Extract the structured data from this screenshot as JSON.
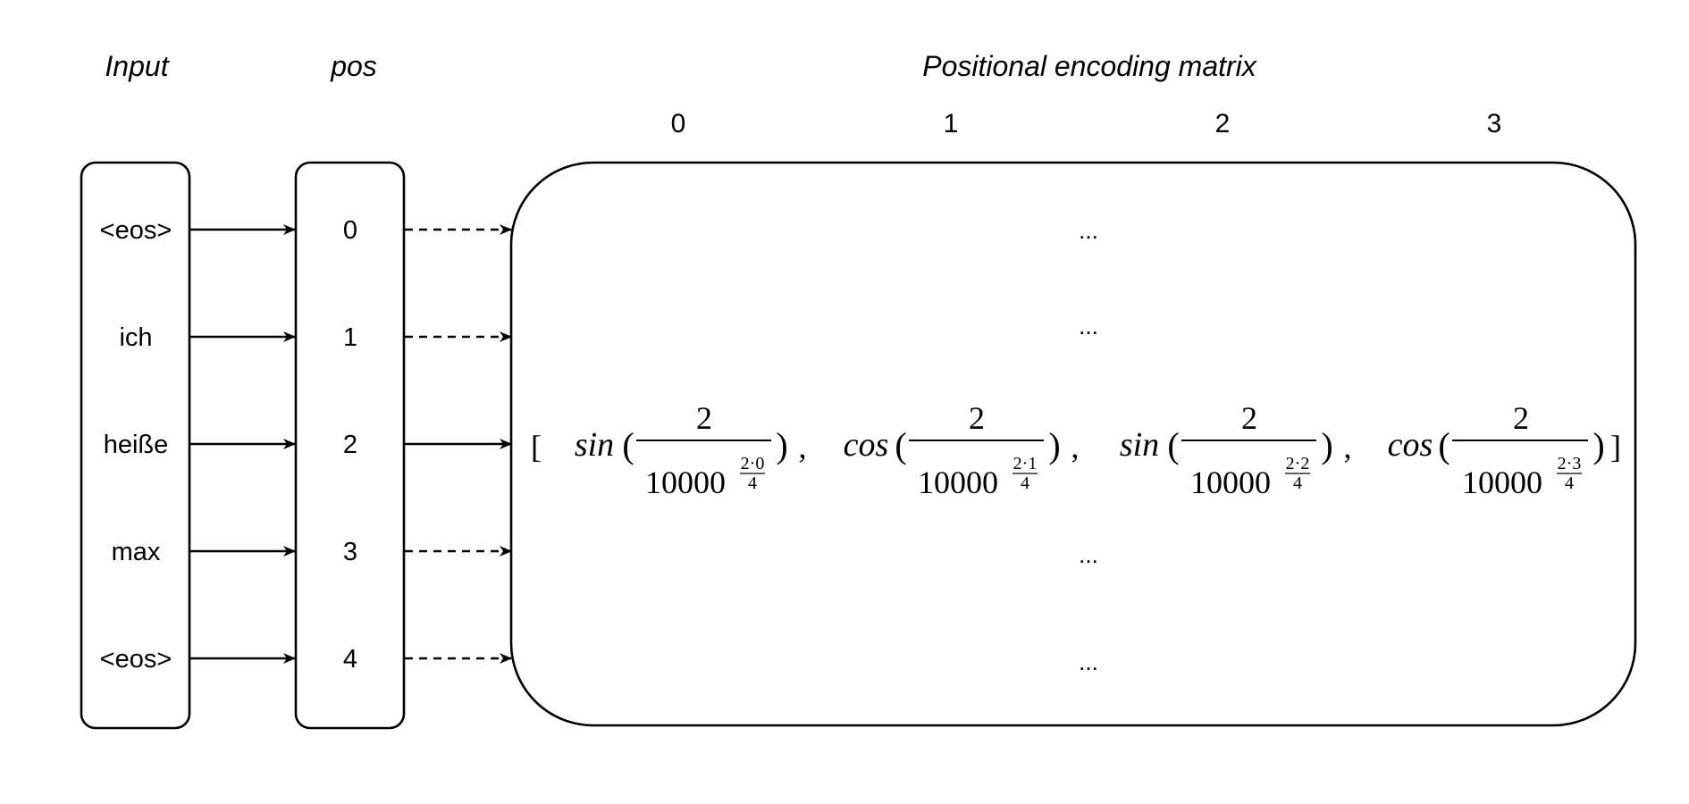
{
  "headers": {
    "input": "Input",
    "pos": "pos",
    "matrix": "Positional encoding matrix"
  },
  "columns": [
    "0",
    "1",
    "2",
    "3"
  ],
  "rows": [
    {
      "token": "<eos>",
      "pos": "0",
      "highlighted": false,
      "placeholder": "..."
    },
    {
      "token": "ich",
      "pos": "1",
      "highlighted": false,
      "placeholder": "..."
    },
    {
      "token": "heiße",
      "pos": "2",
      "highlighted": true,
      "placeholder": ""
    },
    {
      "token": "max",
      "pos": "3",
      "highlighted": false,
      "placeholder": "..."
    },
    {
      "token": "<eos>",
      "pos": "4",
      "highlighted": false,
      "placeholder": "..."
    }
  ],
  "formula": {
    "open_bracket": "[",
    "close_bracket": "]",
    "separator": ",",
    "terms": [
      {
        "func": "sin",
        "numerator": "2",
        "base": "10000",
        "exp_num": "2·0",
        "exp_den": "4"
      },
      {
        "func": "cos",
        "numerator": "2",
        "base": "10000",
        "exp_num": "2·1",
        "exp_den": "4"
      },
      {
        "func": "sin",
        "numerator": "2",
        "base": "10000",
        "exp_num": "2·2",
        "exp_den": "4"
      },
      {
        "func": "cos",
        "numerator": "2",
        "base": "10000",
        "exp_num": "2·3",
        "exp_den": "4"
      }
    ]
  }
}
